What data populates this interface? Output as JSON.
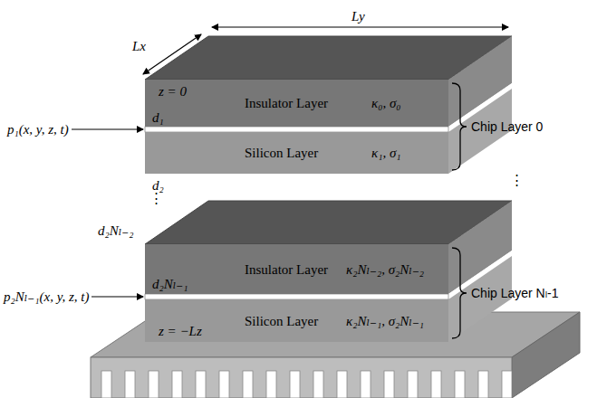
{
  "diagram": {
    "nodes": [
      {
        "text": [
          "Insulator Layer",
          "κ₀, σ₀"
        ]
      },
      {
        "text": [
          "Silicon Layer",
          "κ₁, σ₁"
        ]
      },
      {
        "text": [
          "Insulator Layer",
          "κ₂Nₗ₋₂, σ₂Nₗ₋₂"
        ]
      },
      {
        "text": [
          "Silicon Layer",
          "κ₂Nₗ₋₁, σ₂Nₗ₋₁"
        ]
      }
    ],
    "labels": [
      "Ly",
      "Lx",
      "z = 0",
      "p₁(x, y, z, t)",
      "d₁",
      "d₂",
      "Chip Layer 0",
      "⋮",
      "⋮",
      "d₂Nₗ₋₂",
      "d₂Nₗ₋₁",
      "p₂Nₗ₋₁(x, y, z, t)",
      "z = −Lz",
      "Chip Layer Nₗ-1"
    ]
  }
}
